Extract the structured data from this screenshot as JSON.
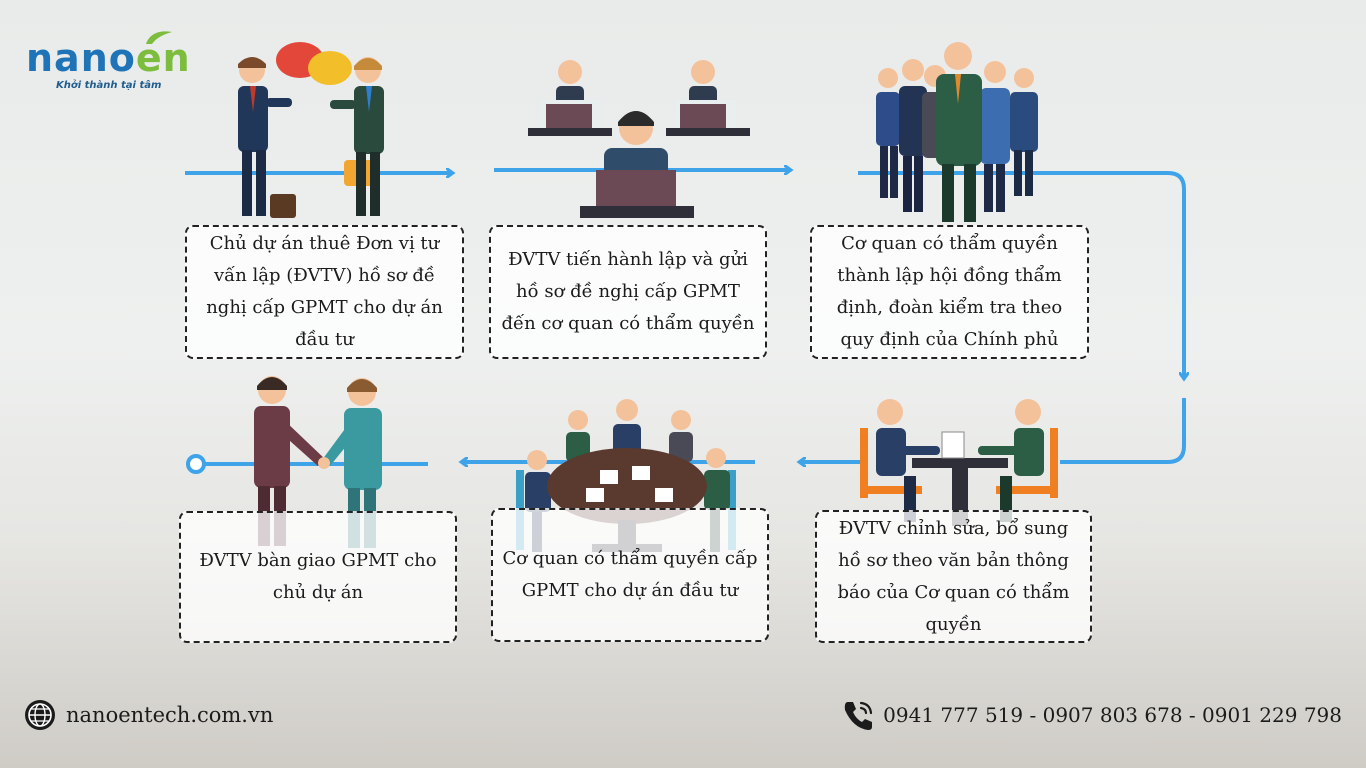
{
  "logo": {
    "word_part1": "nano",
    "word_part2": "en",
    "tagline": "Khởi thành tại tâm",
    "colors": {
      "blue": "#1f74b8",
      "green": "#7dbd3d"
    }
  },
  "steps": [
    {
      "text": "Chủ dự án thuê Đơn vị tư vấn lập (ĐVTV) hồ sơ đề nghị cấp GPMT cho dự án đầu tư",
      "illustration": "two-businessmen-talking-icon"
    },
    {
      "text": "ĐVTV tiến hành lập và gửi hồ sơ đề nghị cấp GPMT đến cơ quan có thẩm quyền",
      "illustration": "people-at-laptops-icon"
    },
    {
      "text": "Cơ quan có thẩm quyền thành lập hội đồng thẩm định, đoàn kiểm tra theo quy định của Chính phủ",
      "illustration": "group-of-people-icon"
    },
    {
      "text": "ĐVTV chỉnh sửa, bổ sung hồ sơ theo văn bản thông báo của Cơ quan có thẩm quyền",
      "illustration": "two-people-at-desk-icon"
    },
    {
      "text": "Cơ quan có thẩm quyền cấp GPMT cho dự án đầu tư",
      "illustration": "round-table-meeting-icon"
    },
    {
      "text": "ĐVTV bàn giao GPMT cho chủ dự án",
      "illustration": "handshake-icon"
    }
  ],
  "colors": {
    "arrow": "#3fa3ea",
    "box_border": "#222222"
  },
  "footer": {
    "website": "nanoentech.com.vn",
    "phones": "0941 777 519 - 0907 803 678 - 0901 229 798",
    "website_icon": "globe-icon",
    "phone_icon": "phone-icon"
  }
}
